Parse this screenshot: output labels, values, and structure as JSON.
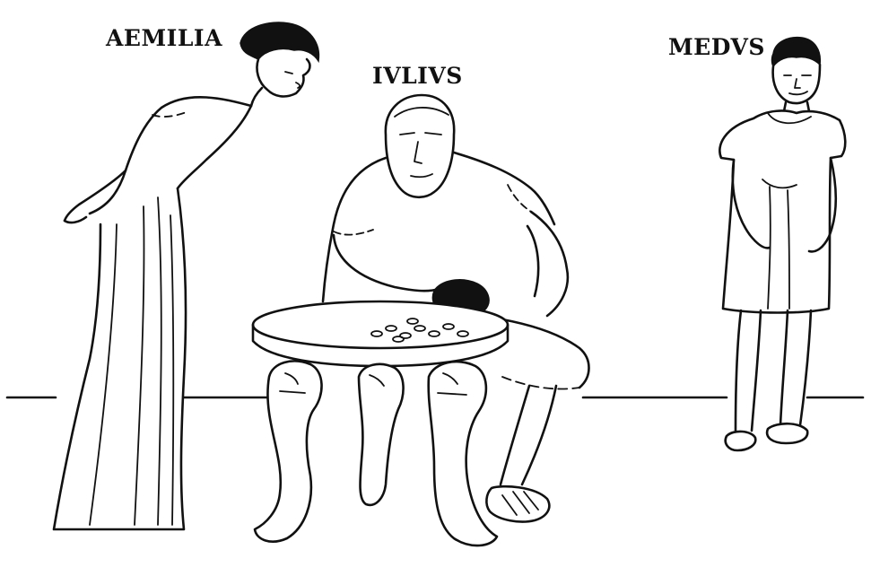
{
  "labels": {
    "aemilia": "AEMILIA",
    "iulius": "IVLIVS",
    "medus": "MEDVS"
  },
  "colors": {
    "ink": "#111111",
    "paper": "#ffffff"
  }
}
